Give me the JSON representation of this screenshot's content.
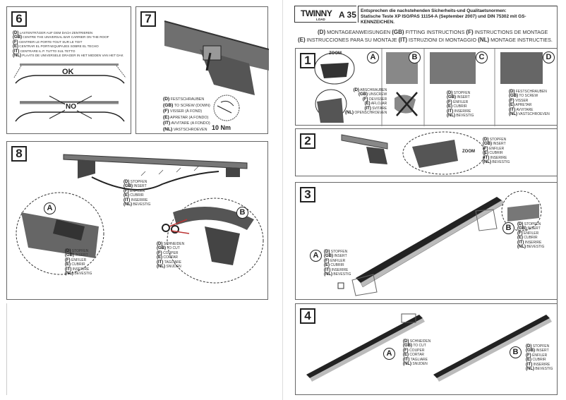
{
  "product": {
    "brand": "TWINNY",
    "sub": "LOAD",
    "model": "A 35"
  },
  "header": {
    "line1": "Entsprechen die nachstehenden Sicherheits-und Qualitaetsnormen:",
    "line2": "Statische Teste XP ISO/PAS 11154-A (September 2007) und DIN 75302 mit GS-KENNZEICHEN."
  },
  "instructions": [
    [
      {
        "code": "(D)",
        "text": "MONTAGEANWEISUNGEN"
      },
      {
        "code": "(GB)",
        "text": "FITTING INSTRUCTIONS"
      },
      {
        "code": "(F)",
        "text": "INSTRUCTIONS DE MONTAGE"
      }
    ],
    [
      {
        "code": "(E)",
        "text": "INSTRUCCIONES PARA SU MONTAJE"
      },
      {
        "code": "(IT)",
        "text": "ISTRUZIONI DI MONTAGGIO"
      },
      {
        "code": "(NL)",
        "text": "MONTAGE INSTRUCTIES."
      }
    ]
  ],
  "steps": {
    "s6": {
      "number": "6",
      "ok": "OK",
      "no": "NO",
      "labels": [
        {
          "code": "(D)",
          "text": "LASTENTRÄGER AUF DEM DACH ZENTRIEREN"
        },
        {
          "code": "(GB)",
          "text": "CENTRE THE UNIVERSAL BAR CARRIER ON THE ROOF"
        },
        {
          "code": "(F)",
          "text": "CENTRER LE PORTE-TOUT SUR LE TOIT"
        },
        {
          "code": "(E)",
          "text": "CENTRAR EL PORTAEQUIPAJES SOBRE EL TECHO"
        },
        {
          "code": "(IT)",
          "text": "CENTRARE IL P. TUTTO SUL TETTO"
        },
        {
          "code": "(NL)",
          "text": "PLAATS DE UNIVERSELE DRAGER IN HET MIDDEN VAN HET DAK"
        }
      ]
    },
    "s7": {
      "number": "7",
      "torque": "10 Nm",
      "labels": [
        {
          "code": "(D)",
          "text": "FESTSCHRAUBEN"
        },
        {
          "code": "(GB)",
          "text": "TO SCREW (DOWN)"
        },
        {
          "code": "(F)",
          "text": "VISSER (À FOND)"
        },
        {
          "code": "(E)",
          "text": "APRETAR (A FONDO)"
        },
        {
          "code": "(IT)",
          "text": "AVVITARE (A FONDO)"
        },
        {
          "code": "(NL)",
          "text": "VASTSCHROEVEN"
        }
      ]
    },
    "s8": {
      "number": "8",
      "a": "A",
      "b": "B",
      "labels_main": [
        {
          "code": "(D)",
          "text": "STOPFEN"
        },
        {
          "code": "(GB)",
          "text": "INSERT"
        },
        {
          "code": "(F)",
          "text": "ENFILER"
        },
        {
          "code": "(E)",
          "text": "CUBRIR"
        },
        {
          "code": "(IT)",
          "text": "INSERIRE"
        },
        {
          "code": "(NL)",
          "text": "BEVESTIG"
        }
      ],
      "labels_a": [
        {
          "code": "(D)",
          "text": "STOPFEN"
        },
        {
          "code": "(GB)",
          "text": "INSERT"
        },
        {
          "code": "(F)",
          "text": "ENFILER"
        },
        {
          "code": "(E)",
          "text": "CUBRIR"
        },
        {
          "code": "(IT)",
          "text": "INSERIRE"
        },
        {
          "code": "(NL)",
          "text": "BEVESTIG"
        }
      ],
      "labels_b": [
        {
          "code": "(D)",
          "text": "SCHNEIDEN"
        },
        {
          "code": "(GB)",
          "text": "TO CUT"
        },
        {
          "code": "(F)",
          "text": "COUPER"
        },
        {
          "code": "(E)",
          "text": "CORTAR"
        },
        {
          "code": "(IT)",
          "text": "TAGLIARE"
        },
        {
          "code": "(NL)",
          "text": "SNIJDEN"
        }
      ]
    },
    "s1": {
      "number": "1",
      "zoom": "ZOOM",
      "a": "A",
      "b": "B",
      "c": "C",
      "d": "D",
      "labels_a": [
        {
          "code": "(D)",
          "text": "ABSCHRAUBEN"
        },
        {
          "code": "(GB)",
          "text": "UNSCREW"
        },
        {
          "code": "(F)",
          "text": "DEVISSER"
        },
        {
          "code": "(E)",
          "text": "AFLOJAR"
        },
        {
          "code": "(IT)",
          "text": "SVITARE"
        },
        {
          "code": "(NL)",
          "text": "OPENSCHROEVEN"
        }
      ],
      "labels_c": [
        {
          "code": "(D)",
          "text": "STOPFEN"
        },
        {
          "code": "(GB)",
          "text": "INSERT"
        },
        {
          "code": "(F)",
          "text": "ENFILER"
        },
        {
          "code": "(E)",
          "text": "CUBRIR"
        },
        {
          "code": "(IT)",
          "text": "INSERIRE"
        },
        {
          "code": "(NL)",
          "text": "BEVESTIG"
        }
      ],
      "labels_d": [
        {
          "code": "(D)",
          "text": "FESTSCHRAUBEN"
        },
        {
          "code": "(GB)",
          "text": "TO SCREW"
        },
        {
          "code": "(F)",
          "text": "VISSER"
        },
        {
          "code": "(E)",
          "text": "APRETAR"
        },
        {
          "code": "(IT)",
          "text": "AVVITARE"
        },
        {
          "code": "(NL)",
          "text": "VASTSCHROEVEN"
        }
      ]
    },
    "s2": {
      "number": "2",
      "zoom": "ZOOM",
      "labels": [
        {
          "code": "(D)",
          "text": "STOPFEN"
        },
        {
          "code": "(GB)",
          "text": "INSERT"
        },
        {
          "code": "(F)",
          "text": "ENFILER"
        },
        {
          "code": "(E)",
          "text": "CUBRIR"
        },
        {
          "code": "(IT)",
          "text": "INSERIRE"
        },
        {
          "code": "(NL)",
          "text": "BEVESTIG"
        }
      ]
    },
    "s3": {
      "number": "3",
      "a": "A",
      "b": "B",
      "labels_a": [
        {
          "code": "(D)",
          "text": "STOPFEN"
        },
        {
          "code": "(GB)",
          "text": "INSERT"
        },
        {
          "code": "(F)",
          "text": "ENFILER"
        },
        {
          "code": "(E)",
          "text": "CUBRIR"
        },
        {
          "code": "(IT)",
          "text": "INSERIRE"
        },
        {
          "code": "(NL)",
          "text": "BEVESTIG"
        }
      ],
      "labels_b": [
        {
          "code": "(D)",
          "text": "STOPFEN"
        },
        {
          "code": "(GB)",
          "text": "INSERT"
        },
        {
          "code": "(F)",
          "text": "ENFILER"
        },
        {
          "code": "(E)",
          "text": "CUBRIR"
        },
        {
          "code": "(IT)",
          "text": "INSERIRE"
        },
        {
          "code": "(NL)",
          "text": "BEVESTIG"
        }
      ]
    },
    "s4": {
      "number": "4",
      "a": "A",
      "b": "B",
      "labels_a": [
        {
          "code": "(D)",
          "text": "SCHNEIDEN"
        },
        {
          "code": "(GB)",
          "text": "TO CUT"
        },
        {
          "code": "(F)",
          "text": "COUPER"
        },
        {
          "code": "(E)",
          "text": "CORTAR"
        },
        {
          "code": "(IT)",
          "text": "TAGLIARE"
        },
        {
          "code": "(NL)",
          "text": "SNIJDEN"
        }
      ],
      "labels_b": [
        {
          "code": "(D)",
          "text": "STOPFEN"
        },
        {
          "code": "(GB)",
          "text": "INSERT"
        },
        {
          "code": "(F)",
          "text": "ENFILER"
        },
        {
          "code": "(E)",
          "text": "CUBRIR"
        },
        {
          "code": "(IT)",
          "text": "INSERIRE"
        },
        {
          "code": "(NL)",
          "text": "BEVESTIG"
        }
      ]
    }
  }
}
